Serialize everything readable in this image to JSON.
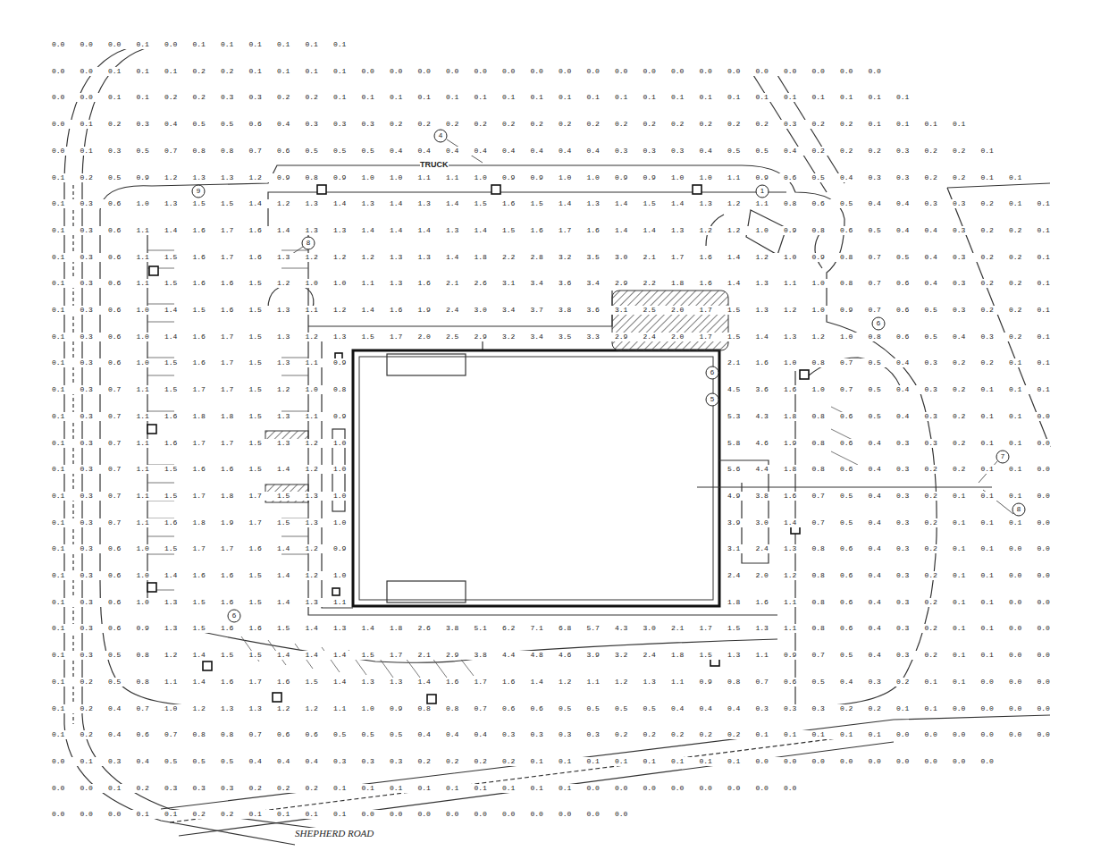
{
  "diagram": {
    "labels": [
      "0.0 0.0 0.0 0.1 0.0 0.1 0.1 0.1 0.1 0.1 0.1",
      "0.0 0.0 0.1 0.1 0.1 0.2 0.2 0.1 0.1 0.1 0.1 0.0 0.0 0.0 0.0 0.0 0.0 0.0 0.0 0.0 0.0 0.0 0.0 0.0 0.0 0.0 0.0 0.0 0.0 0.0",
      "0.0 0.0 0.1 0.1 0.2 0.2 0.3 0.3 0.2 0.2 0.1 0.1 0.1 0.1 0.1 0.1 0.1 0.1 0.1 0.1 0.1 0.1 0.1 0.1 0.1 0.1 0.1 0.1 0.1 0.1 0.1",
      "0.0 0.1 0.2 0.3 0.4 0.5 0.5 0.6 0.4 0.3 0.3 0.3 0.2 0.2 0.2 0.2 0.2 0.2 0.2 0.2 0.2 0.2 0.2 0.2 0.2 0.2 0.3 0.2 0.2 0.1 0.1 0.1 0.1",
      "0.0 0.1 0.3 0.5 0.7 0.8 0.8 0.7 0.6 0.5 0.5 0.5 0.4 0.4 0.4 0.4 0.4 0.4 0.4 0.4 0.3 0.3 0.3 0.4 0.5 0.5 0.4 0.2 0.2 0.2 0.3 0.2 0.2 0.1",
      "0.1 0.2 0.5 0.9 1.2 1.3 1.3 1.2 0.9 0.8 0.9 1.0 1.0 1.1 1.1 1.0 0.9 0.9 1.0 1.0 0.9 0.9 1.0 1.0 1.1 0.9 0.6 0.5 0.4 0.3 0.3 0.2 0.2 0.1 0.1",
      "0.1 0.3 0.6 1.0 1.3 1.5 1.5 1.4 1.2 1.3 1.4 1.3 1.4 1.3 1.4 1.5 1.6 1.5 1.4 1.3 1.4 1.5 1.4 1.3 1.2 1.1 0.8 0.6 0.5 0.4 0.4 0.3 0.3 0.2 0.1 0.1",
      "0.1 0.3 0.6 1.1 1.4 1.6 1.7 1.6 1.4 1.3 1.3 1.4 1.4 1.4 1.3 1.4 1.5 1.6 1.7 1.6 1.4 1.4 1.3 1.2 1.2 1.0 0.9 0.8 0.6 0.5 0.4 0.4 0.3 0.2 0.2 0.1",
      "0.1 0.3 0.6 1.1 1.5 1.6 1.7 1.6 1.3 1.2 1.2 1.2 1.3 1.3 1.4 1.8 2.2 2.8 3.2 3.5 3.0 2.1 1.7 1.6 1.4 1.2 1.0 0.9 0.8 0.7 0.5 0.4 0.3 0.2 0.2 0.1",
      "0.1 0.3 0.6 1.1 1.5 1.6 1.6 1.5 1.2 1.0 1.0 1.1 1.3 1.6 2.1 2.6 3.1 3.4 3.6 3.4 2.9 2.2 1.8 1.6 1.4 1.3 1.1 1.0 0.8 0.7 0.6 0.4 0.3 0.2 0.2 0.1",
      "0.1 0.3 0.6 1.0 1.4 1.5 1.6 1.5 1.3 1.1 1.2 1.4 1.6 1.9 2.4 3.0 3.4 3.7 3.8 3.6 3.1 2.5 2.0 1.7 1.5 1.3 1.2 1.0 0.9 0.7 0.6 0.5 0.3 0.2 0.2 0.1",
      "0.1 0.3 0.6 1.0 1.4 1.6 1.7 1.5 1.3 1.2 1.3 1.5 1.7 2.0 2.5 2.9 3.2 3.4 3.5 3.3 2.9 2.4 2.0 1.7 1.5 1.4 1.3 1.2 1.0 0.8 0.6 0.5 0.4 0.3 0.2 0.1",
      "0.1 0.3 0.6 1.0 1.5 1.6 1.7 1.5 1.3 1.1 0.9",
      "2.1 1.6 1.0 0.8 0.7 0.5 0.4 0.3 0.2 0.2 0.1 0.1",
      "0.1 0.3 0.7 1.1 1.5 1.7 1.7 1.5 1.2 1.0 0.8",
      "4.5 3.6 1.6 1.0 0.7 0.5 0.4 0.3 0.2 0.1 0.1 0.1",
      "0.1 0.3 0.7 1.1 1.6 1.8 1.8 1.5 1.3 1.1 0.9",
      "5.3 4.3 1.8 0.8 0.6 0.5 0.4 0.3 0.2 0.1 0.1 0.0",
      "0.1 0.3 0.7 1.1 1.6 1.7 1.7 1.5 1.3 1.2 1.0",
      "5.8 4.6 1.9 0.8 0.6 0.4 0.3 0.3 0.2 0.1 0.1 0.0",
      "0.1 0.3 0.7 1.1 1.5 1.6 1.6 1.5 1.4 1.2 1.0",
      "5.6 4.4 1.8 0.8 0.6 0.4 0.3 0.2 0.2 0.1 0.1 0.0",
      "0.1 0.3 0.7 1.1 1.5 1.7 1.8 1.7 1.5 1.3 1.0",
      "4.9 3.8 1.6 0.7 0.5 0.4 0.3 0.2 0.1 0.1 0.1 0.0",
      "0.1 0.3 0.7 1.1 1.6 1.8 1.9 1.7 1.5 1.3 1.0",
      "3.9 3.0 1.4 0.7 0.5 0.4 0.3 0.2 0.1 0.1 0.1 0.0",
      "0.1 0.3 0.6 1.0 1.5 1.7 1.7 1.6 1.4 1.2 0.9",
      "3.1 2.4 1.3 0.8 0.6 0.4 0.3 0.2 0.1 0.1 0.0 0.0",
      "0.1 0.3 0.6 1.0 1.4 1.6 1.6 1.5 1.4 1.2 1.0",
      "2.4 2.0 1.2 0.8 0.6 0.4 0.3 0.2 0.1 0.1 0.0 0.0",
      "0.1 0.3 0.6 1.0 1.3 1.5 1.6 1.5 1.4 1.3 1.1",
      "1.8 1.6 1.1 0.8 0.6 0.4 0.3 0.2 0.1 0.1 0.0 0.0",
      "0.1 0.3 0.6 0.9 1.3 1.5 1.6 1.6 1.5 1.4 1.3 1.4 1.8 2.6 3.8 5.1 6.2 7.1 6.8 5.7 4.3 3.0 2.1 1.7 1.5 1.3 1.1 0.8 0.6 0.4 0.3 0.2 0.1 0.1 0.0 0.0",
      "0.1 0.3 0.5 0.8 1.2 1.4 1.5 1.5 1.4 1.4 1.4 1.5 1.7 2.1 2.9 3.8 4.4 4.8 4.6 3.9 3.2 2.4 1.8 1.5 1.3 1.1 0.9 0.7 0.5 0.4 0.3 0.2 0.1 0.1 0.0 0.0",
      "0.1 0.2 0.5 0.8 1.1 1.4 1.6 1.7 1.6 1.5 1.4 1.3 1.3 1.4 1.6 1.7 1.6 1.4 1.2 1.1 1.2 1.3 1.1 0.9 0.8 0.7 0.6 0.5 0.4 0.3 0.2 0.1 0.1 0.0 0.0 0.0",
      "0.1 0.2 0.4 0.7 1.0 1.2 1.3 1.3 1.2 1.2 1.1 1.0 0.9 0.8 0.8 0.7 0.6 0.6 0.5 0.5 0.5 0.5 0.4 0.4 0.4 0.3 0.3 0.3 0.2 0.2 0.1 0.1 0.0 0.0 0.0 0.0",
      "0.1 0.2 0.4 0.6 0.7 0.8 0.8 0.7 0.6 0.6 0.5 0.5 0.5 0.4 0.4 0.4 0.3 0.3 0.3 0.3 0.2 0.2 0.2 0.2 0.2 0.1 0.1 0.1 0.1 0.1 0.0 0.0 0.0 0.0 0.0 0.0",
      "0.0 0.1 0.3 0.4 0.5 0.5 0.5 0.4 0.4 0.4 0.3 0.3 0.3 0.2 0.2 0.2 0.2 0.1 0.1 0.1 0.1 0.1 0.1 0.1 0.1 0.0 0.0 0.0 0.0 0.0 0.0 0.0 0.0 0.0",
      "0.0 0.0 0.1 0.2 0.3 0.3 0.3 0.2 0.2 0.2 0.1 0.1 0.1 0.1 0.1 0.1 0.1 0.1 0.1 0.0 0.0 0.0 0.0 0.0 0.0 0.0 0.0",
      "0.0 0.0 0.0 0.1 0.1 0.2 0.2 0.1 0.1 0.1 0.1 0.0 0.0 0.0 0.0 0.0 0.0 0.0 0.0 0.0 0.0",
      "TRUCK",
      "SHEPHERD ROAD",
      "4",
      "1",
      "6",
      "6",
      "5",
      "7",
      "8",
      "9",
      "8",
      "6"
    ]
  }
}
